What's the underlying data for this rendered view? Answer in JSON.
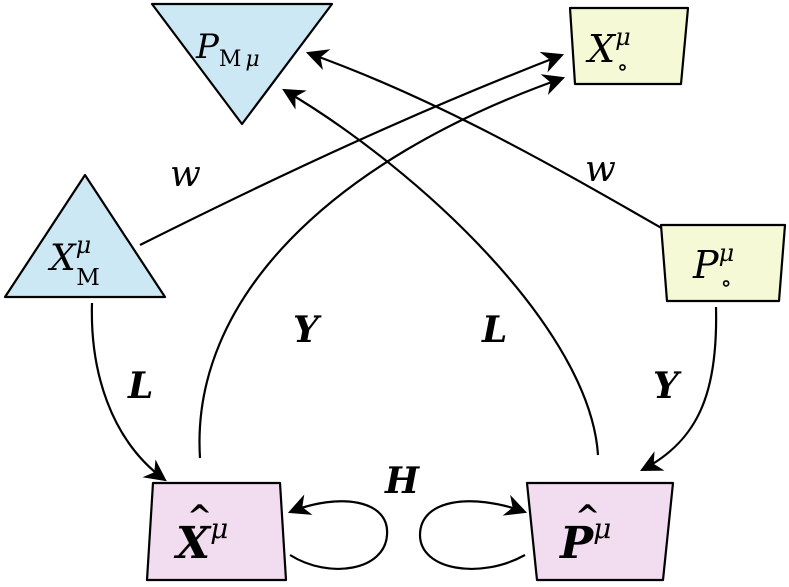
{
  "colors": {
    "blue": "#cde8f5",
    "yellow": "#f6f9d5",
    "pink": "#f2dcef",
    "stroke": "#000000"
  },
  "nodes": {
    "p_m_mu": {
      "base": "P",
      "sub": "M",
      "sub2": "μ",
      "sup": "",
      "hat": false,
      "fill": "blue"
    },
    "x_o_mu": {
      "base": "X",
      "sub": "∘",
      "sup": "μ",
      "hat": false,
      "fill": "yellow"
    },
    "x_m_mu": {
      "base": "X",
      "sub": "M",
      "sup": "μ",
      "hat": false,
      "fill": "blue"
    },
    "p_o_mu": {
      "base": "P",
      "sub": "∘",
      "sup": "μ",
      "hat": false,
      "fill": "yellow"
    },
    "x_hat_mu": {
      "base": "X",
      "sub": "",
      "sup": "μ",
      "hat": true,
      "hat_glyph": "^",
      "fill": "pink"
    },
    "p_hat_mu": {
      "base": "P",
      "sub": "",
      "sup": "μ",
      "hat": true,
      "hat_glyph": "^",
      "fill": "pink"
    }
  },
  "edge_labels": {
    "w_left": "w",
    "w_right": "w",
    "l_left": "L",
    "l_center": "L",
    "y_center": "Y",
    "y_right": "Y",
    "h_top": "H"
  }
}
